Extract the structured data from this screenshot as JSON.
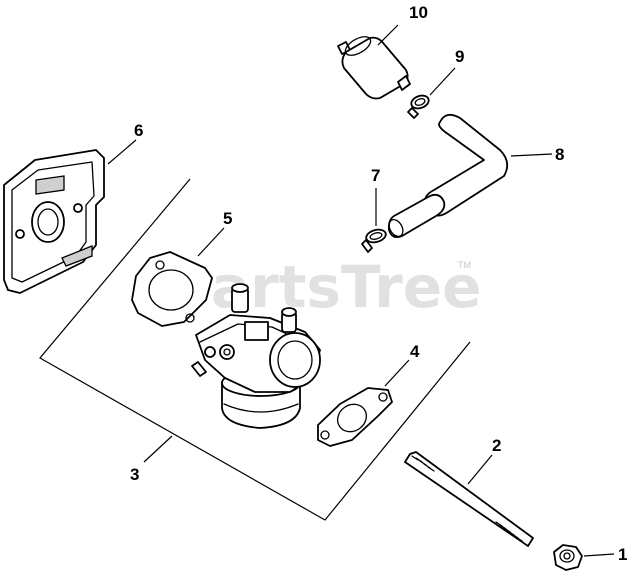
{
  "watermark": {
    "text": "PartsTree",
    "trademark": "TM"
  },
  "callouts": {
    "c1": "1",
    "c2": "2",
    "c3": "3",
    "c4": "4",
    "c5": "5",
    "c6": "6",
    "c7": "7",
    "c8": "8",
    "c9": "9",
    "c10": "10"
  },
  "colors": {
    "line": "#000000",
    "background": "#ffffff",
    "watermark": "#dcdcdc"
  }
}
